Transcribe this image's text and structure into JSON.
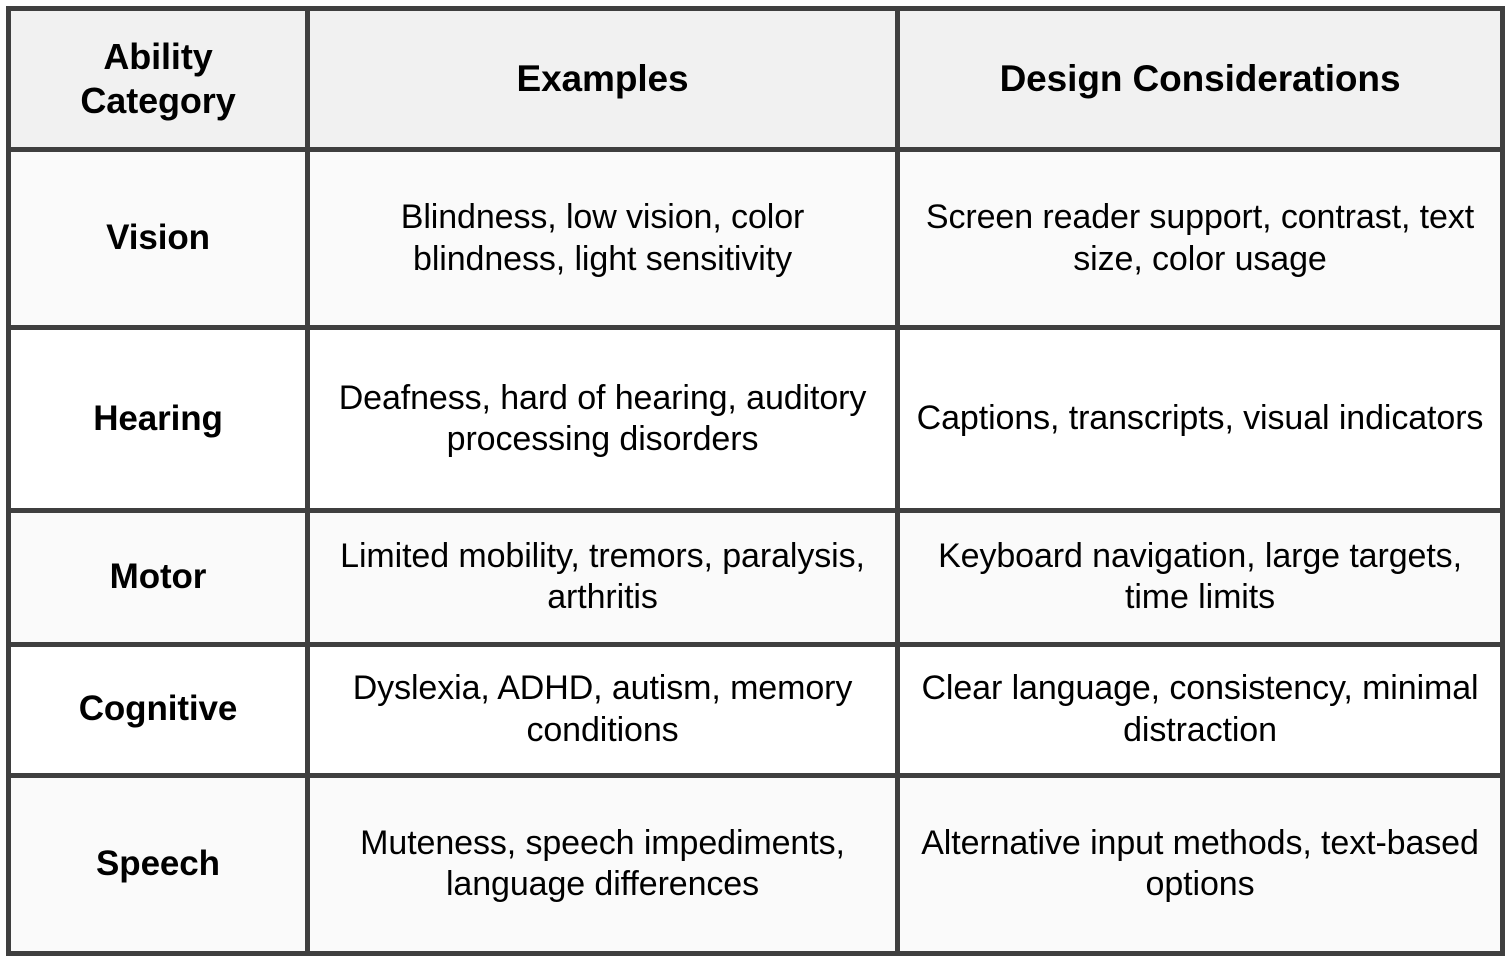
{
  "table": {
    "headers": [
      "Ability Category",
      "Examples",
      "Design Considerations"
    ],
    "header_lines": {
      "category_line1": "Ability",
      "category_line2": "Category"
    },
    "rows": [
      {
        "category": "Vision",
        "examples": "Blindness, low vision, color blindness, light sensitivity",
        "design": "Screen reader support, contrast, text size, color usage"
      },
      {
        "category": "Hearing",
        "examples": "Deafness, hard of hearing, auditory processing disorders",
        "design": "Captions, transcripts, visual indicators"
      },
      {
        "category": "Motor",
        "examples": "Limited mobility, tremors, paralysis, arthritis",
        "design": "Keyboard navigation, large targets, time limits"
      },
      {
        "category": "Cognitive",
        "examples": "Dyslexia, ADHD, autism, memory conditions",
        "design": "Clear language, consistency, minimal distraction"
      },
      {
        "category": "Speech",
        "examples": "Muteness, speech impediments, language differences",
        "design": "Alternative input methods, text-based options"
      }
    ]
  },
  "colors": {
    "border": "#3f3f3f",
    "header_background": "#f1f1f1",
    "row_tint_background": "#fafafa",
    "row_plain_background": "#ffffff",
    "text": "#000000"
  }
}
